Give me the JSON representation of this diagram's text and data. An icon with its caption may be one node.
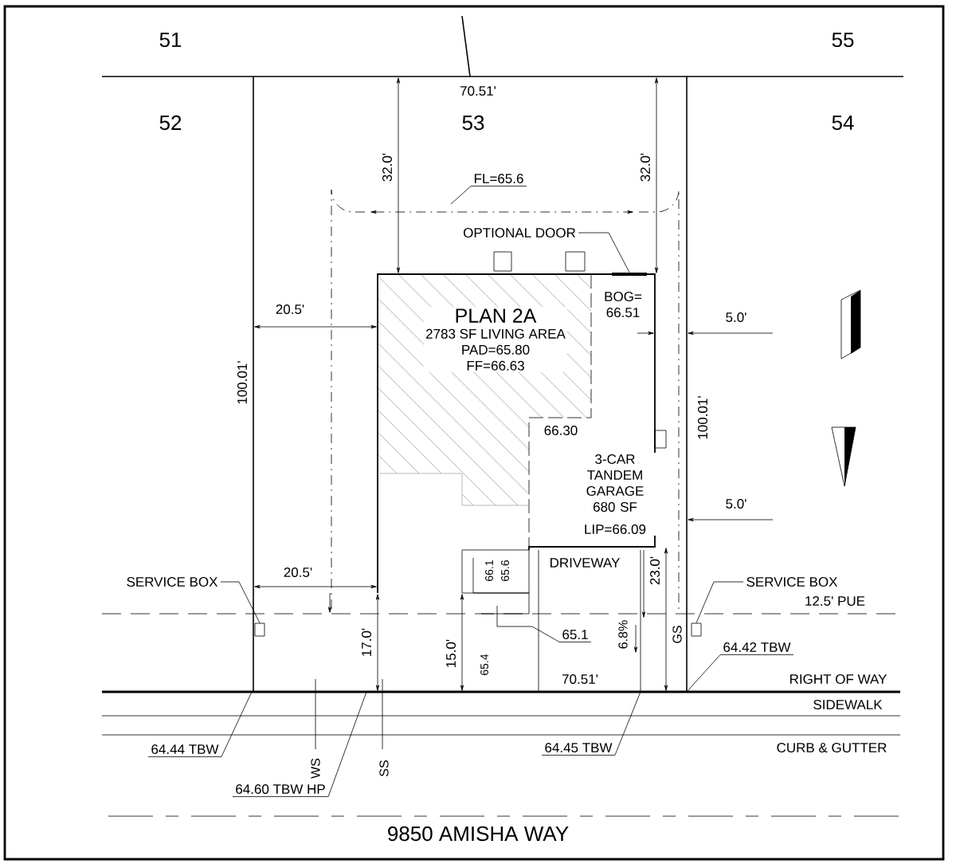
{
  "diagram": {
    "nodes": [
      {
        "text": [
          "PLAN 2A",
          "2783 SF LIVING AREA",
          "PAD=65.80",
          "FF=66.63"
        ]
      },
      {
        "text": [
          "3-CAR TANDEM GARAGE 680 SF",
          "LIP=66.09"
        ],
        "in": 0
      },
      {
        "text": [
          "DRIVEWAY"
        ]
      },
      {
        "text": [
          "SERVICE BOX"
        ]
      },
      {
        "text": [],
        "shape": "box"
      },
      {
        "text": [
          "SERVICE BOX"
        ]
      },
      {
        "text": [],
        "shape": "box"
      },
      {
        "text": [
          "OPTIONAL DOOR"
        ]
      },
      {
        "text": [],
        "shape": "bar"
      },
      {
        "text": [
          "FL=65.6"
        ]
      },
      {
        "text": [
          "64.44 TBW"
        ]
      },
      {
        "text": [
          "64.60 TBW HP"
        ]
      },
      {
        "text": [
          "64.45 TBW"
        ]
      },
      {
        "text": [
          "64.42 TBW"
        ]
      },
      {
        "text": [
          "65.1"
        ],
        "in": 2
      }
    ],
    "edges": [
      {
        "from": 3,
        "to": 4,
        "arrow": "none"
      },
      {
        "from": 5,
        "to": 6,
        "arrow": "none"
      },
      {
        "from": 7,
        "to": 8,
        "arrow": "none"
      },
      {
        "from": 9,
        "to": null,
        "arrow": "none"
      },
      {
        "from": 10,
        "to": null,
        "arrow": "none"
      },
      {
        "from": 11,
        "to": null,
        "arrow": "none"
      },
      {
        "from": 12,
        "to": 2,
        "arrow": "none"
      },
      {
        "from": 13,
        "to": null,
        "arrow": "none"
      },
      {
        "from": 14,
        "to": 0,
        "arrow": "none"
      }
    ],
    "labels": [
      "51",
      "55",
      "52",
      "53",
      "54",
      "70.51'",
      "32.0'",
      "32.0'",
      "20.5'",
      "5.0'",
      "100.01'",
      "100.01'",
      "BOG= 66.51",
      "66.30",
      "5.0'",
      "20.5'",
      "66.1",
      "65.6",
      "12.5' PUE",
      "23.0'",
      "6.8%",
      "GS",
      "15.0'",
      "17.0'",
      "65.4",
      "70.51'",
      "RIGHT OF WAY",
      "SIDEWALK",
      "WS",
      "SS",
      "CURB & GUTTER",
      "9850 AMISHA WAY"
    ]
  }
}
